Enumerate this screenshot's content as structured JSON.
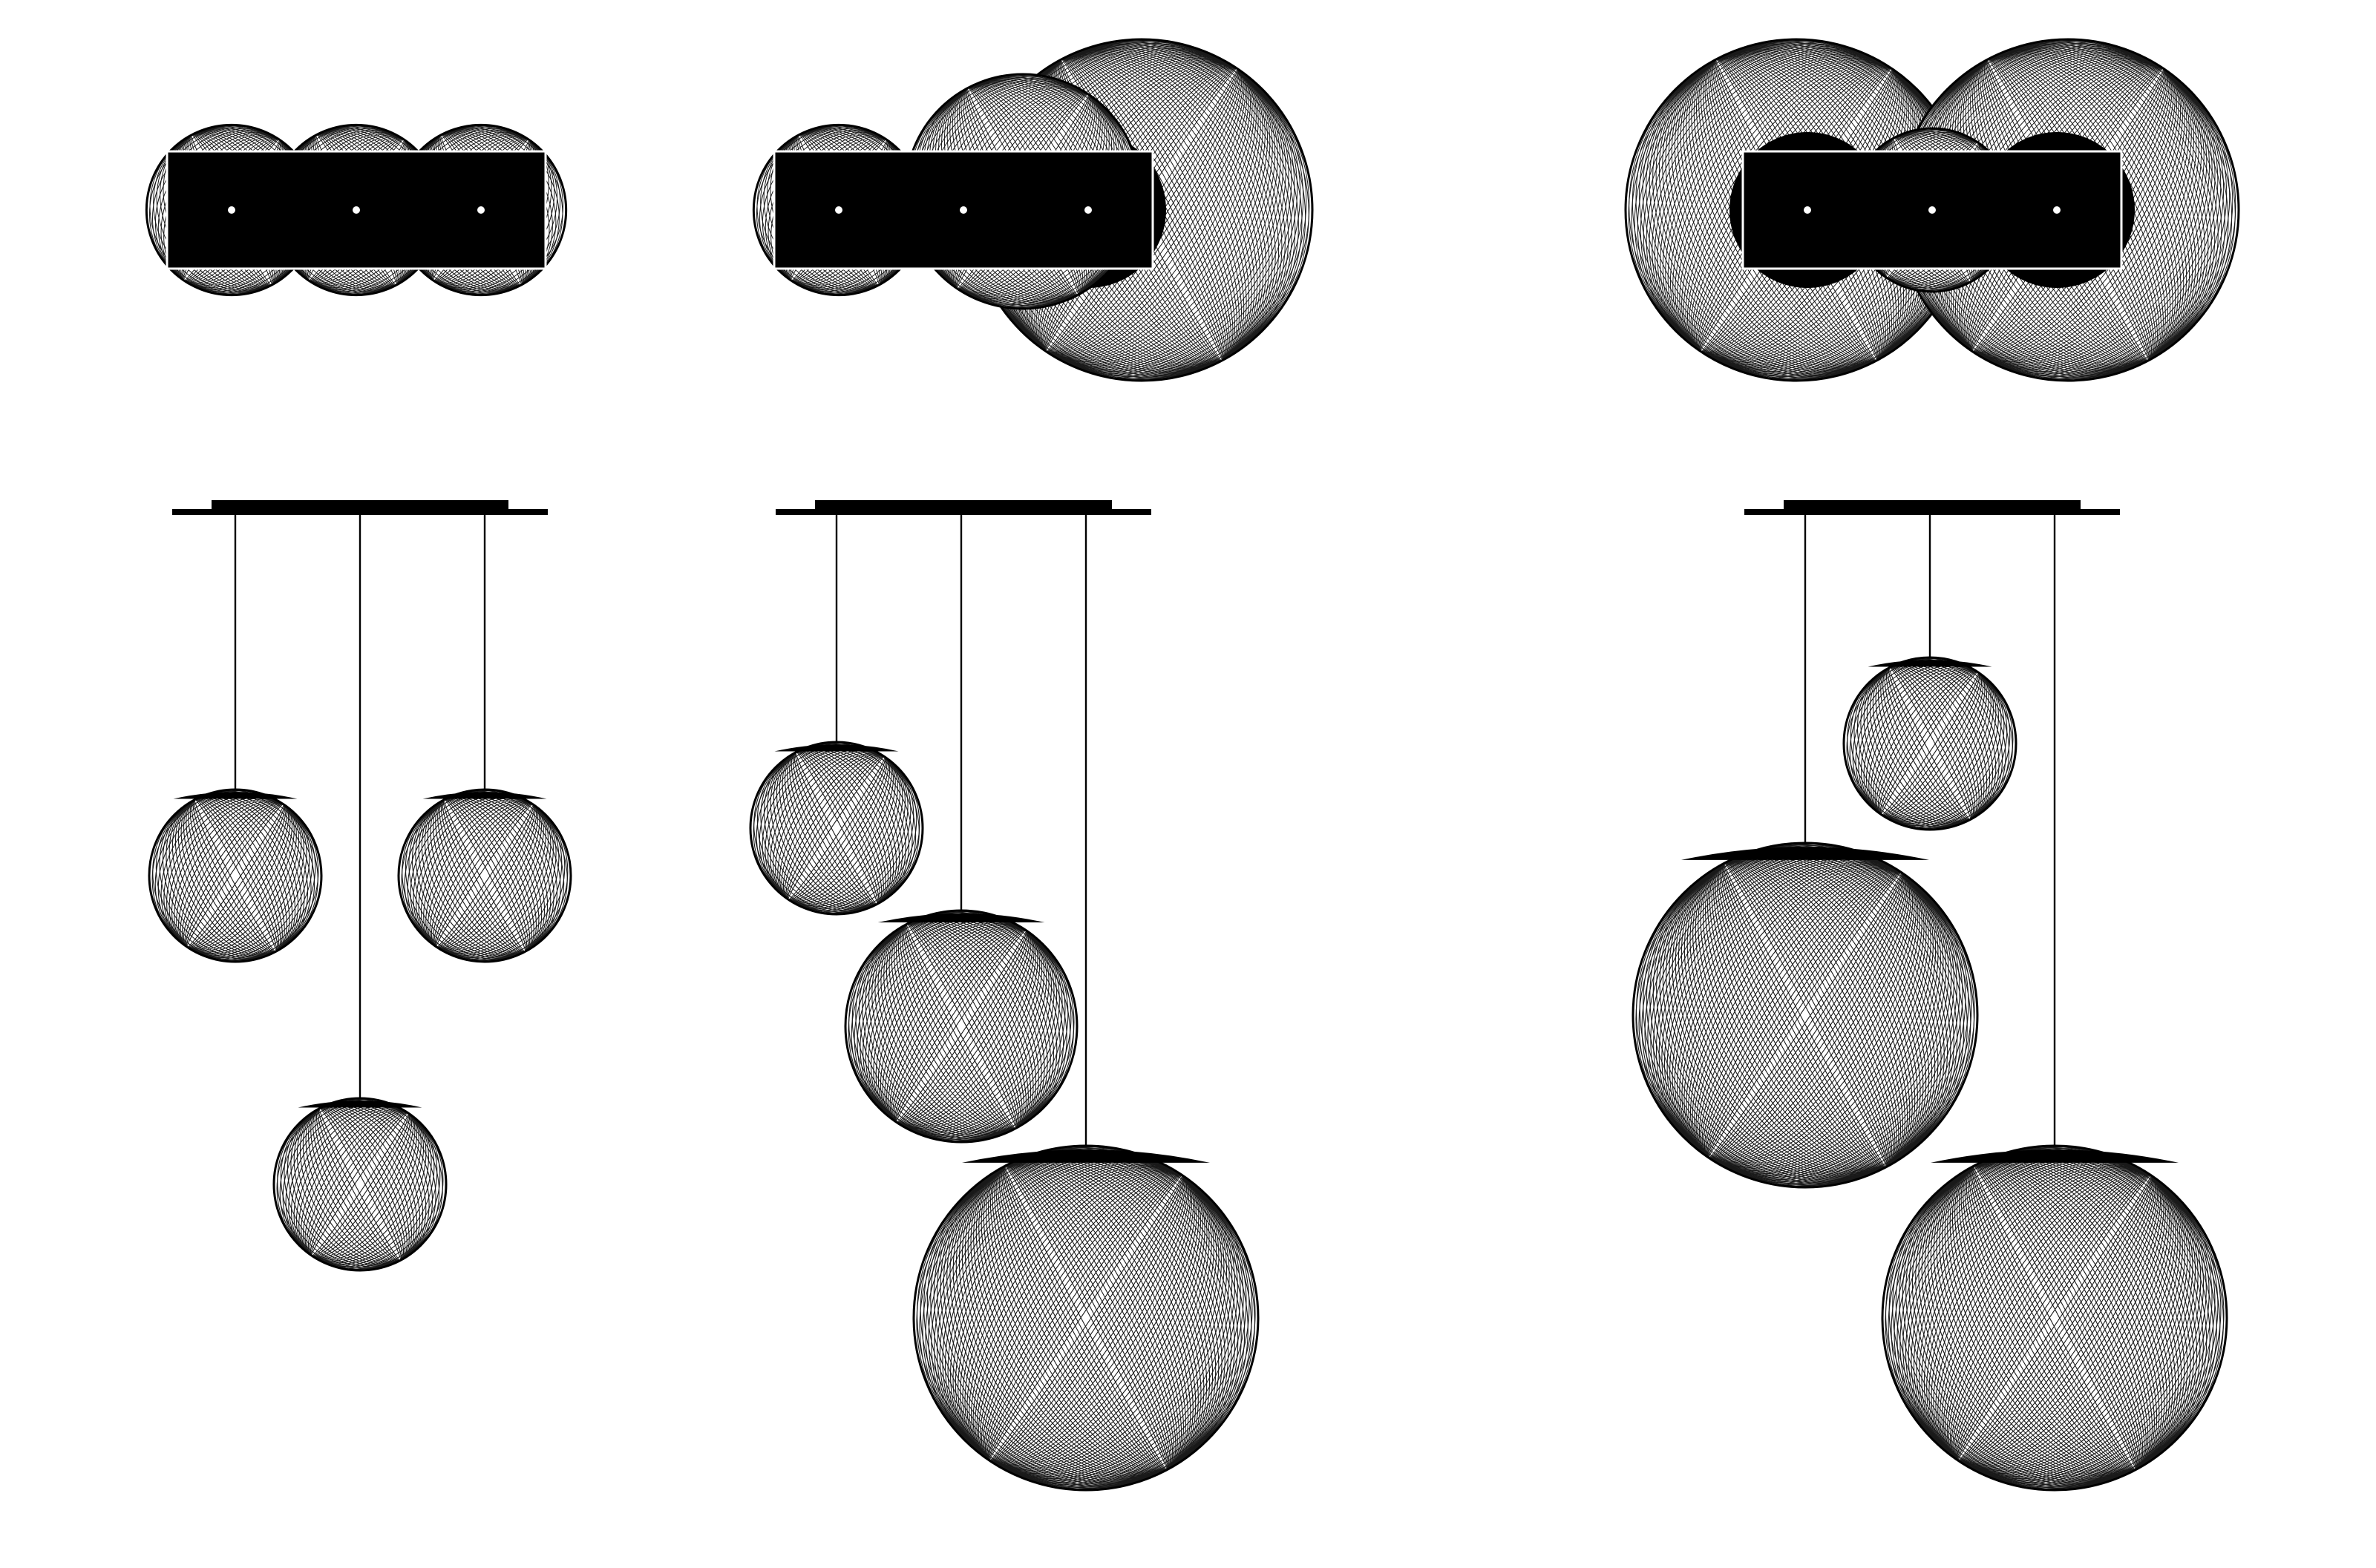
{
  "drawing": {
    "subject": "pendant-lamp-configurations",
    "line_color": "#000000",
    "fill_color": "#000000",
    "background": "#ffffff",
    "configurations": [
      {
        "id": "three-equal",
        "plan_globes": [
          {
            "size": "small"
          },
          {
            "size": "small"
          },
          {
            "size": "small"
          }
        ],
        "elevation_globes": [
          {
            "size": "small",
            "drop": "short"
          },
          {
            "size": "small",
            "drop": "long"
          },
          {
            "size": "small",
            "drop": "short"
          }
        ]
      },
      {
        "id": "graduated",
        "plan_globes": [
          {
            "size": "small"
          },
          {
            "size": "medium"
          },
          {
            "size": "large"
          }
        ],
        "elevation_globes": [
          {
            "size": "small",
            "drop": "short"
          },
          {
            "size": "medium",
            "drop": "medium"
          },
          {
            "size": "large",
            "drop": "long"
          }
        ]
      },
      {
        "id": "two-large-one-small",
        "plan_globes": [
          {
            "size": "large"
          },
          {
            "size": "small"
          },
          {
            "size": "large"
          }
        ],
        "elevation_globes": [
          {
            "size": "large",
            "drop": "medium"
          },
          {
            "size": "small",
            "drop": "short"
          },
          {
            "size": "large",
            "drop": "long"
          }
        ]
      }
    ]
  }
}
